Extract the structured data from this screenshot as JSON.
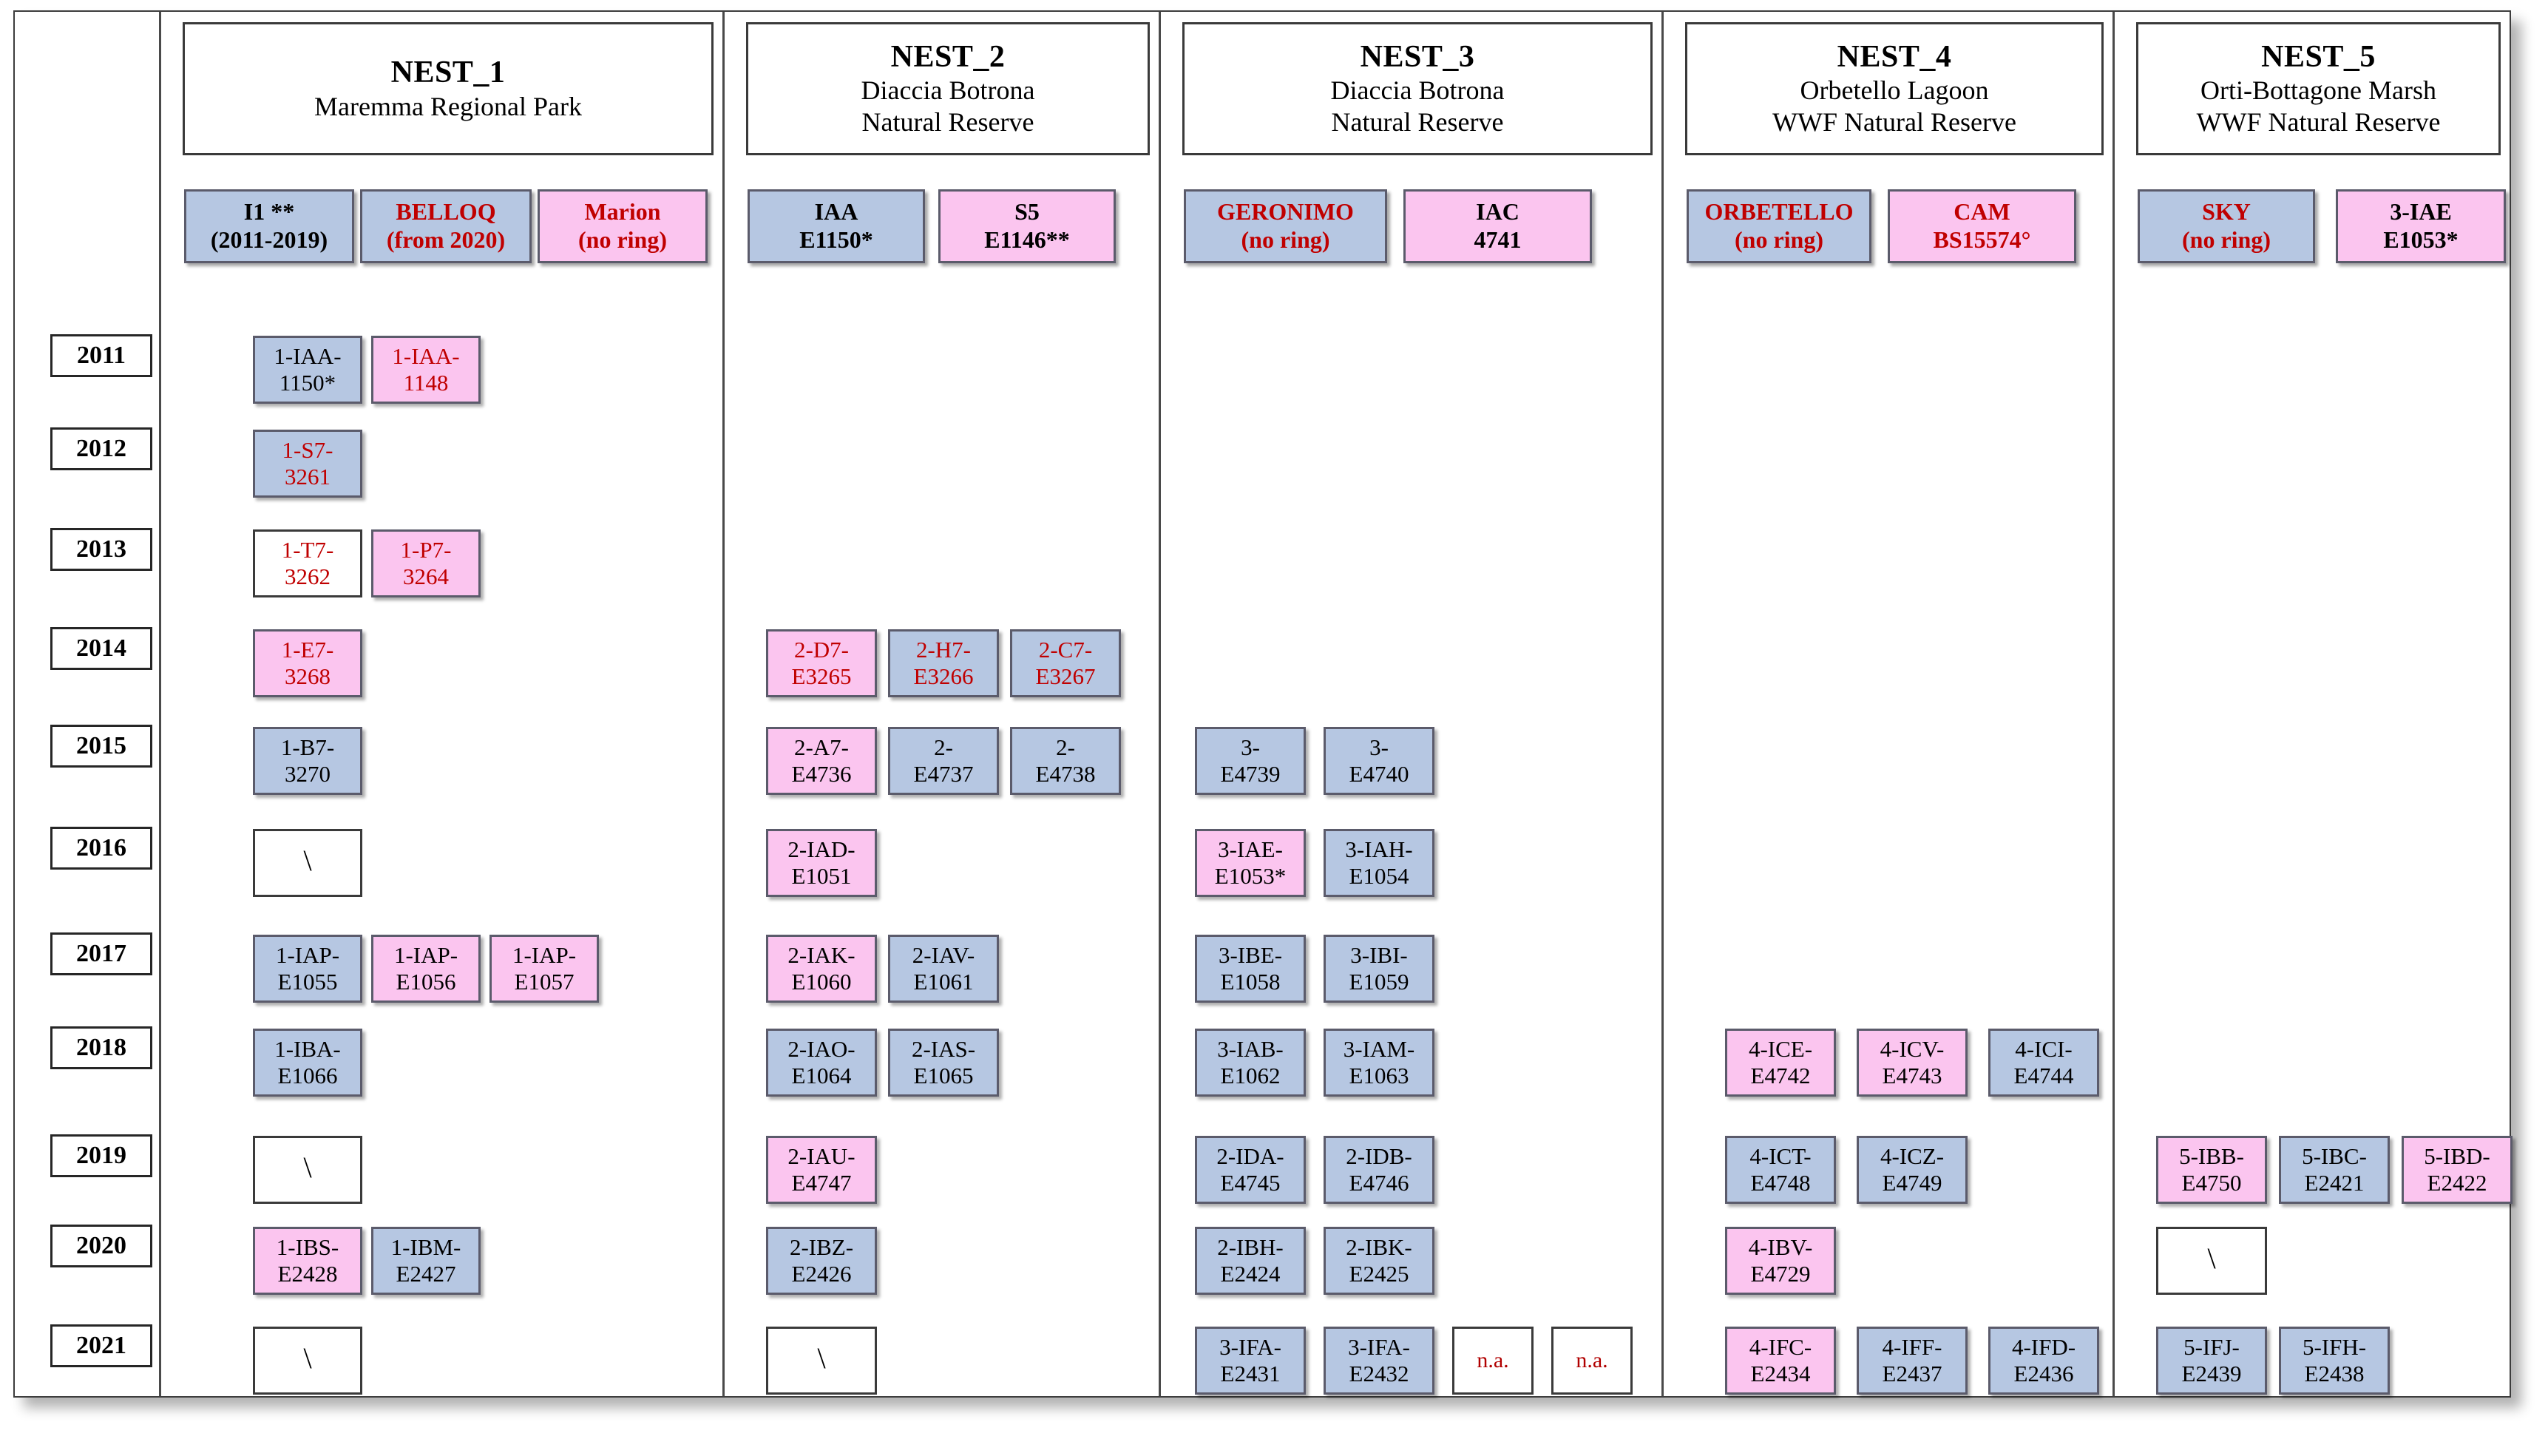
{
  "legend": {
    "blank_mark": "\\",
    "na_label": "n.a."
  },
  "years": [
    "2011",
    "2012",
    "2013",
    "2014",
    "2015",
    "2016",
    "2017",
    "2018",
    "2019",
    "2020",
    "2021"
  ],
  "nests": [
    {
      "id": "NEST_1",
      "title": "NEST_1",
      "location_lines": [
        "Maremma Regional Park"
      ],
      "adults": [
        {
          "name": "I1 **",
          "detail": "(2011-2019)",
          "bg": "blue",
          "fg": "black"
        },
        {
          "name": "BELLOQ",
          "detail": "(from 2020)",
          "bg": "blue",
          "fg": "red"
        },
        {
          "name": "Marion",
          "detail": "(no ring)",
          "bg": "pink",
          "fg": "red"
        }
      ],
      "rows": [
        [
          {
            "l1": "1-IAA-",
            "l2": "1150*",
            "bg": "blue",
            "fg": "black"
          },
          {
            "l1": "1-IAA-",
            "l2": "1148",
            "bg": "pink",
            "fg": "red"
          }
        ],
        [
          {
            "l1": "1-S7-",
            "l2": "3261",
            "bg": "blue",
            "fg": "red"
          }
        ],
        [
          {
            "l1": "1-T7-",
            "l2": "3262",
            "bg": "white",
            "fg": "red"
          },
          {
            "l1": "1-P7-",
            "l2": "3264",
            "bg": "pink",
            "fg": "red"
          }
        ],
        [
          {
            "l1": "1-E7-",
            "l2": "3268",
            "bg": "pink",
            "fg": "red"
          }
        ],
        [
          {
            "l1": "1-B7-",
            "l2": "3270",
            "bg": "blue",
            "fg": "black"
          }
        ],
        [
          {
            "blank": true
          }
        ],
        [
          {
            "l1": "1-IAP-",
            "l2": "E1055",
            "bg": "blue",
            "fg": "black"
          },
          {
            "l1": "1-IAP-",
            "l2": "E1056",
            "bg": "pink",
            "fg": "black"
          },
          {
            "l1": "1-IAP-",
            "l2": "E1057",
            "bg": "pink",
            "fg": "black"
          }
        ],
        [
          {
            "l1": "1-IBA-",
            "l2": "E1066",
            "bg": "blue",
            "fg": "black"
          }
        ],
        [
          {
            "blank": true
          }
        ],
        [
          {
            "l1": "1-IBS-",
            "l2": "E2428",
            "bg": "pink",
            "fg": "black"
          },
          {
            "l1": "1-IBM-",
            "l2": "E2427",
            "bg": "blue",
            "fg": "black"
          }
        ],
        [
          {
            "blank": true
          }
        ]
      ]
    },
    {
      "id": "NEST_2",
      "title": "NEST_2",
      "location_lines": [
        "Diaccia Botrona",
        "Natural Reserve"
      ],
      "adults": [
        {
          "name": "IAA",
          "detail": "E1150*",
          "bg": "blue",
          "fg": "black"
        },
        {
          "name": "S5",
          "detail": "E1146**",
          "bg": "pink",
          "fg": "black"
        }
      ],
      "rows": [
        [],
        [],
        [],
        [
          {
            "l1": "2-D7-",
            "l2": "E3265",
            "bg": "pink",
            "fg": "red"
          },
          {
            "l1": "2-H7-",
            "l2": "E3266",
            "bg": "blue",
            "fg": "red"
          },
          {
            "l1": "2-C7-",
            "l2": "E3267",
            "bg": "blue",
            "fg": "red"
          }
        ],
        [
          {
            "l1": "2-A7-",
            "l2": "E4736",
            "bg": "pink",
            "fg": "black"
          },
          {
            "l1": "2-",
            "l2": "E4737",
            "bg": "blue",
            "fg": "black"
          },
          {
            "l1": "2-",
            "l2": "E4738",
            "bg": "blue",
            "fg": "black"
          }
        ],
        [
          {
            "l1": "2-IAD-",
            "l2": "E1051",
            "bg": "pink",
            "fg": "black"
          }
        ],
        [
          {
            "l1": "2-IAK-",
            "l2": "E1060",
            "bg": "pink",
            "fg": "black"
          },
          {
            "l1": "2-IAV-",
            "l2": "E1061",
            "bg": "blue",
            "fg": "black"
          }
        ],
        [
          {
            "l1": "2-IAO-",
            "l2": "E1064",
            "bg": "blue",
            "fg": "black"
          },
          {
            "l1": "2-IAS-",
            "l2": "E1065",
            "bg": "blue",
            "fg": "black"
          }
        ],
        [
          {
            "l1": "2-IAU-",
            "l2": "E4747",
            "bg": "pink",
            "fg": "black"
          }
        ],
        [
          {
            "l1": "2-IBZ-",
            "l2": "E2426",
            "bg": "blue",
            "fg": "black"
          }
        ],
        [
          {
            "blank": true
          }
        ]
      ]
    },
    {
      "id": "NEST_3",
      "title": "NEST_3",
      "location_lines": [
        "Diaccia Botrona",
        "Natural Reserve"
      ],
      "adults": [
        {
          "name": "GERONIMO",
          "detail": "(no ring)",
          "bg": "blue",
          "fg": "red"
        },
        {
          "name": "IAC",
          "detail": "4741",
          "bg": "pink",
          "fg": "black"
        }
      ],
      "rows": [
        [],
        [],
        [],
        [],
        [
          {
            "l1": "3-",
            "l2": "E4739",
            "bg": "blue",
            "fg": "black"
          },
          {
            "l1": "3-",
            "l2": "E4740",
            "bg": "blue",
            "fg": "black"
          }
        ],
        [
          {
            "l1": "3-IAE-",
            "l2": "E1053*",
            "bg": "pink",
            "fg": "black"
          },
          {
            "l1": "3-IAH-",
            "l2": "E1054",
            "bg": "blue",
            "fg": "black"
          }
        ],
        [
          {
            "l1": "3-IBE-",
            "l2": "E1058",
            "bg": "blue",
            "fg": "black"
          },
          {
            "l1": "3-IBI-",
            "l2": "E1059",
            "bg": "blue",
            "fg": "black"
          }
        ],
        [
          {
            "l1": "3-IAB-",
            "l2": "E1062",
            "bg": "blue",
            "fg": "black"
          },
          {
            "l1": "3-IAM-",
            "l2": "E1063",
            "bg": "blue",
            "fg": "black"
          }
        ],
        [
          {
            "l1": "2-IDA-",
            "l2": "E4745",
            "bg": "blue",
            "fg": "black"
          },
          {
            "l1": "2-IDB-",
            "l2": "E4746",
            "bg": "blue",
            "fg": "black"
          }
        ],
        [
          {
            "l1": "2-IBH-",
            "l2": "E2424",
            "bg": "blue",
            "fg": "black"
          },
          {
            "l1": "2-IBK-",
            "l2": "E2425",
            "bg": "blue",
            "fg": "black"
          }
        ],
        [
          {
            "l1": "3-IFA-",
            "l2": "E2431",
            "bg": "blue",
            "fg": "black"
          },
          {
            "l1": "3-IFA-",
            "l2": "E2432",
            "bg": "blue",
            "fg": "black"
          },
          {
            "na": true
          },
          {
            "na": true
          }
        ]
      ]
    },
    {
      "id": "NEST_4",
      "title": "NEST_4",
      "location_lines": [
        "Orbetello Lagoon",
        "WWF Natural Reserve"
      ],
      "adults": [
        {
          "name": "ORBETELLO",
          "detail": "(no ring)",
          "bg": "blue",
          "fg": "red"
        },
        {
          "name": "CAM",
          "detail": "BS15574°",
          "bg": "pink",
          "fg": "red"
        }
      ],
      "rows": [
        [],
        [],
        [],
        [],
        [],
        [],
        [],
        [
          {
            "l1": "4-ICE-",
            "l2": "E4742",
            "bg": "pink",
            "fg": "black"
          },
          {
            "l1": "4-ICV-",
            "l2": "E4743",
            "bg": "pink",
            "fg": "black"
          },
          {
            "l1": "4-ICI-",
            "l2": "E4744",
            "bg": "blue",
            "fg": "black"
          }
        ],
        [
          {
            "l1": "4-ICT-",
            "l2": "E4748",
            "bg": "blue",
            "fg": "black"
          },
          {
            "l1": "4-ICZ-",
            "l2": "E4749",
            "bg": "blue",
            "fg": "black"
          }
        ],
        [
          {
            "l1": "4-IBV-",
            "l2": "E4729",
            "bg": "pink",
            "fg": "black"
          }
        ],
        [
          {
            "l1": "4-IFC-",
            "l2": "E2434",
            "bg": "pink",
            "fg": "black"
          },
          {
            "l1": "4-IFF-",
            "l2": "E2437",
            "bg": "blue",
            "fg": "black"
          },
          {
            "l1": "4-IFD-",
            "l2": "E2436",
            "bg": "blue",
            "fg": "black"
          }
        ]
      ]
    },
    {
      "id": "NEST_5",
      "title": "NEST_5",
      "location_lines": [
        "Orti-Bottagone Marsh",
        "WWF Natural Reserve"
      ],
      "adults": [
        {
          "name": "SKY",
          "detail": "(no ring)",
          "bg": "blue",
          "fg": "red"
        },
        {
          "name": "3-IAE",
          "detail": "E1053*",
          "bg": "pink",
          "fg": "black"
        }
      ],
      "rows": [
        [],
        [],
        [],
        [],
        [],
        [],
        [],
        [],
        [
          {
            "l1": "5-IBB-",
            "l2": "E4750",
            "bg": "pink",
            "fg": "black"
          },
          {
            "l1": "5-IBC-",
            "l2": "E2421",
            "bg": "blue",
            "fg": "black"
          },
          {
            "l1": "5-IBD-",
            "l2": "E2422",
            "bg": "pink",
            "fg": "black"
          }
        ],
        [
          {
            "blank": true
          }
        ],
        [
          {
            "l1": "5-IFJ-",
            "l2": "E2439",
            "bg": "blue",
            "fg": "black"
          },
          {
            "l1": "5-IFH-",
            "l2": "E2438",
            "bg": "blue",
            "fg": "black"
          }
        ]
      ]
    }
  ]
}
